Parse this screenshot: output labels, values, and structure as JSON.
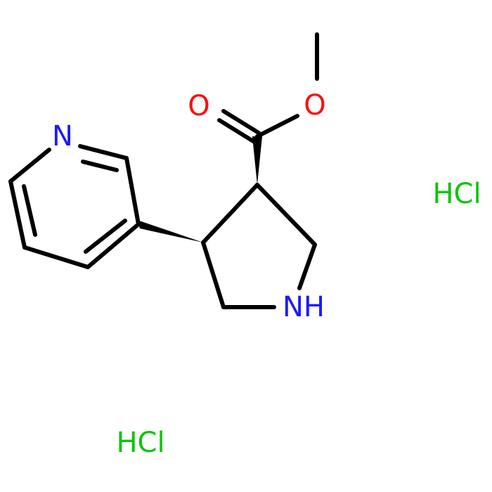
{
  "molecule": {
    "atoms": {
      "pyridine_n": {
        "label": "N",
        "color": "#1a1aff"
      },
      "carbonyl_o": {
        "label": "O",
        "color": "#ff0d0d"
      },
      "ester_o": {
        "label": "O",
        "color": "#ff0d0d"
      },
      "pyrrolidine_nh": {
        "label": "NH",
        "color": "#1a1aff"
      }
    },
    "salts": [
      {
        "label": "HCl",
        "color": "#0ec40e"
      },
      {
        "label": "HCl",
        "color": "#0ec40e"
      }
    ],
    "bond_color": "#000000"
  }
}
